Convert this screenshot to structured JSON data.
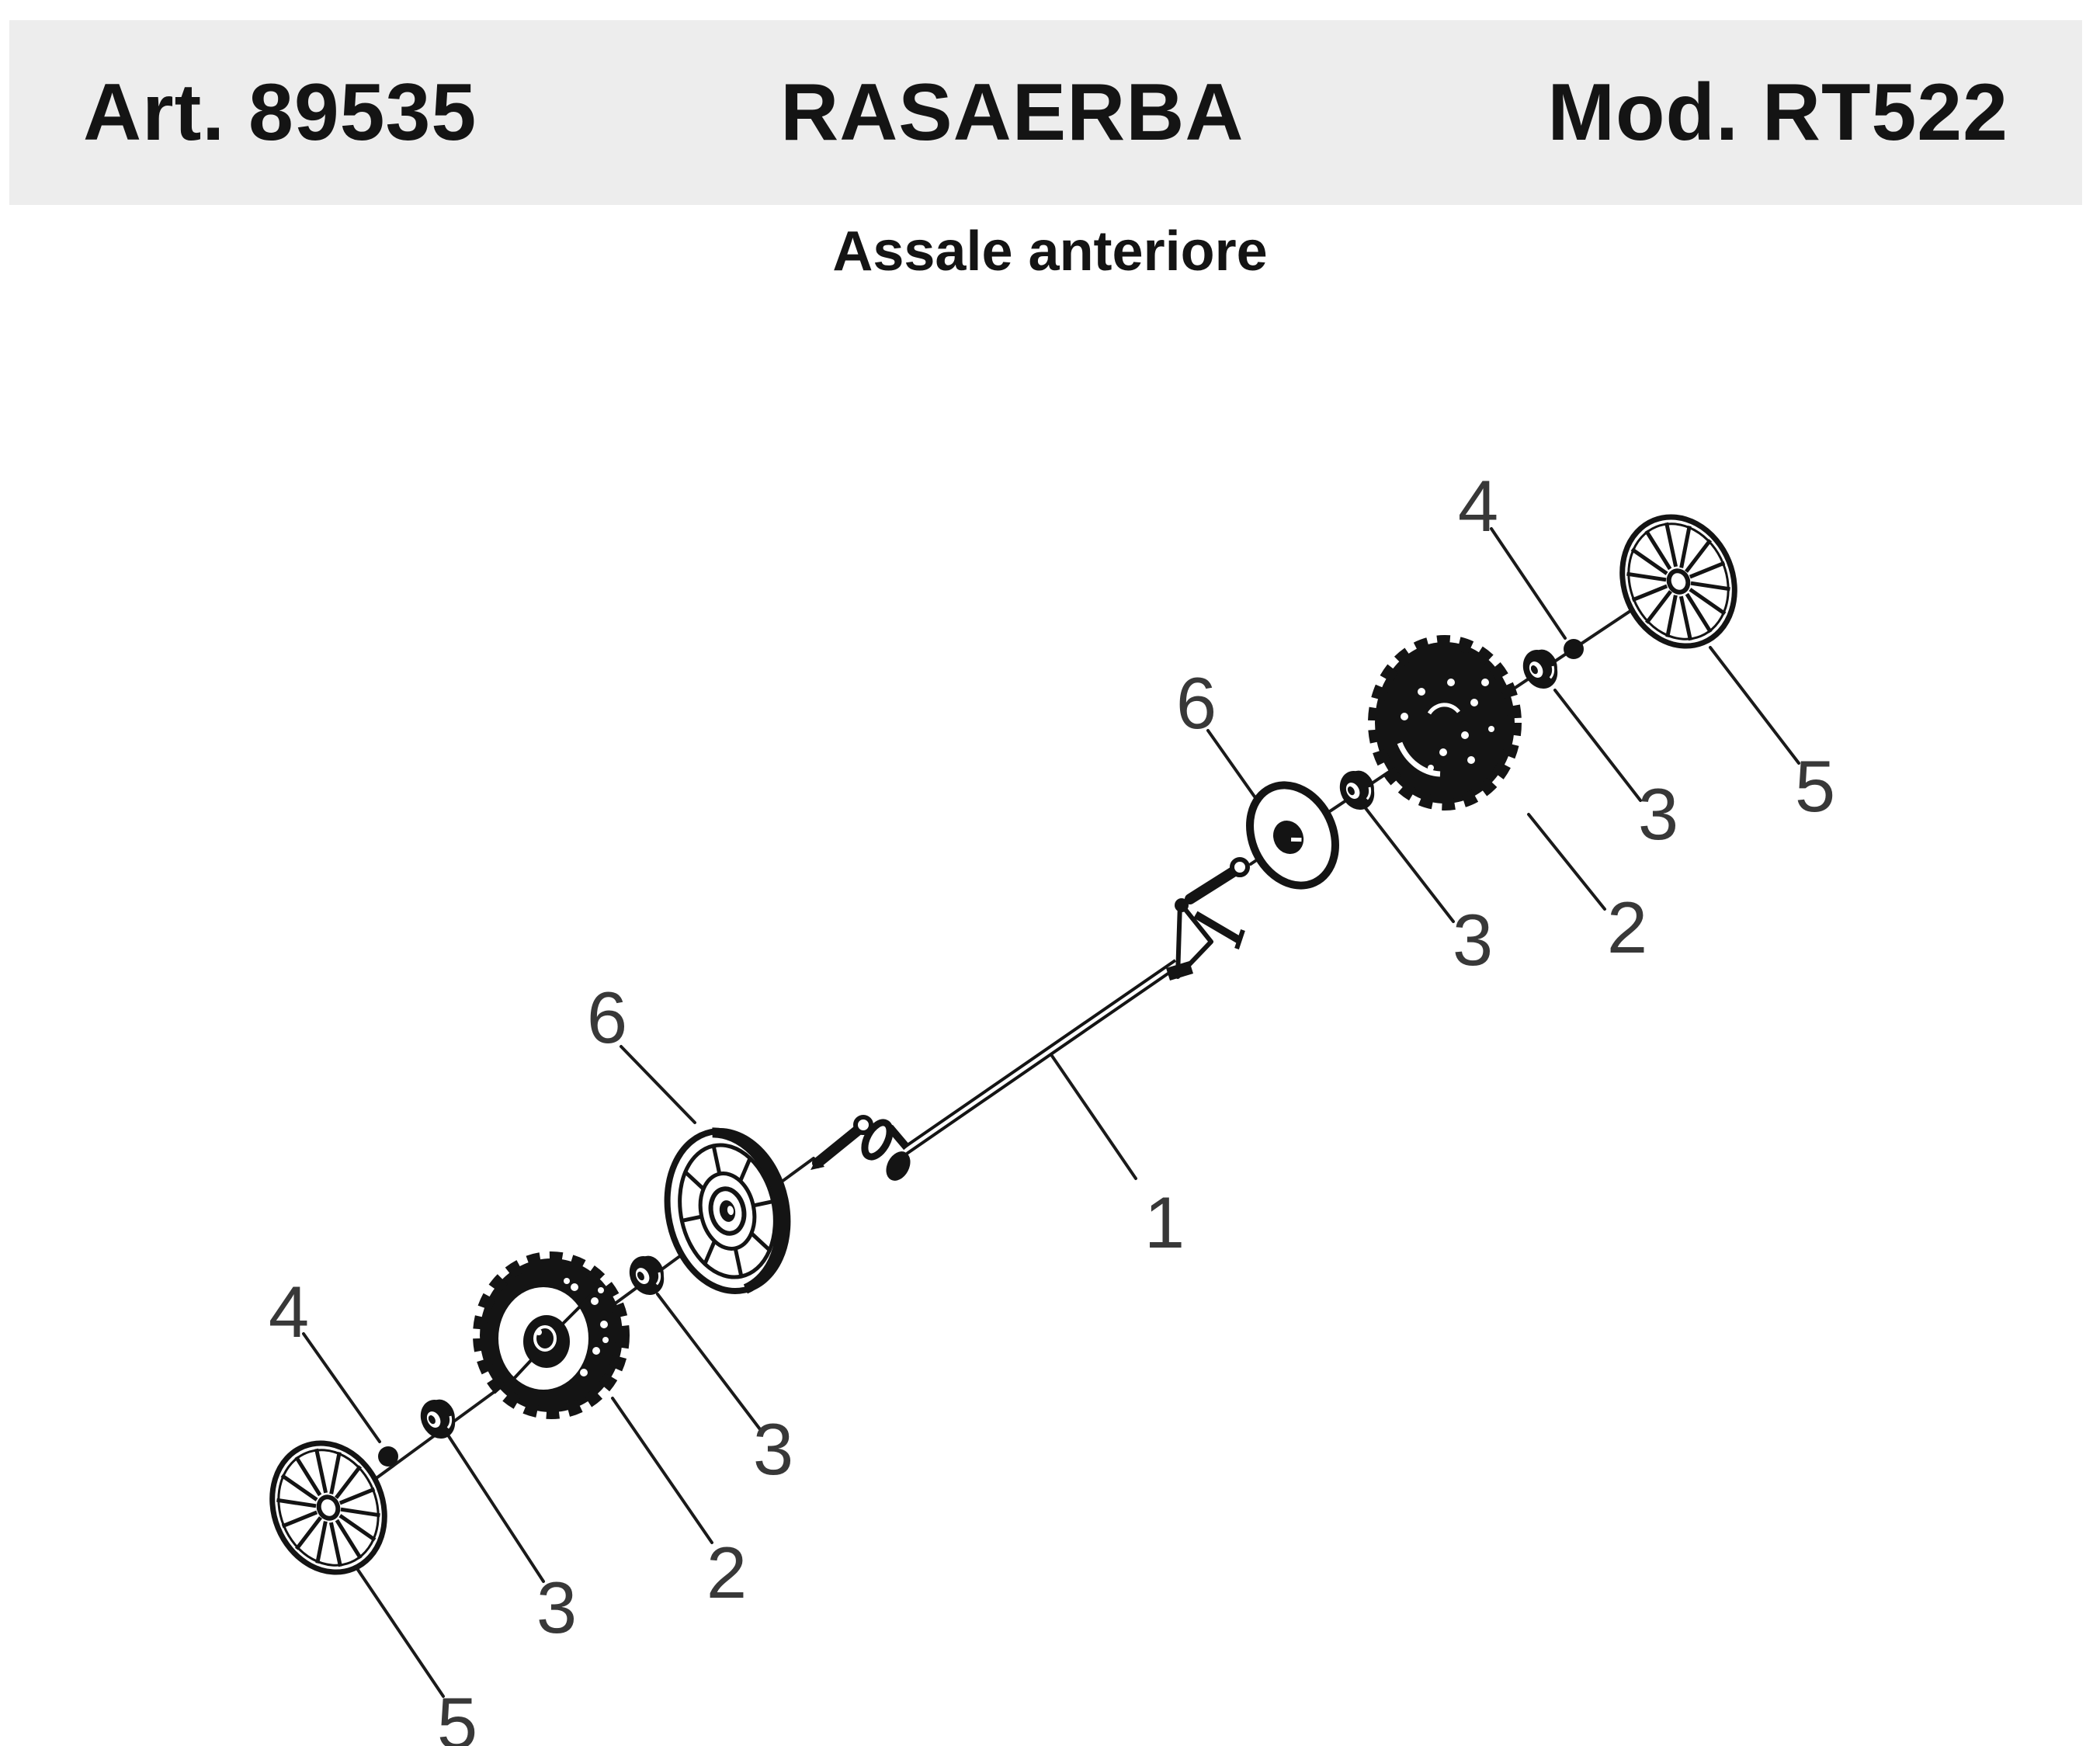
{
  "header": {
    "article": "Art. 89535",
    "product": "RASAERBA",
    "model": "Mod. RT522"
  },
  "subtitle": "Assale anteriore",
  "diagram": {
    "type": "exploded-parts-diagram",
    "callouts": {
      "axle": "1",
      "wheel": "2",
      "bushing": "3",
      "fastener": "4",
      "hubcap": "5",
      "wheel_disc": "6"
    },
    "colors": {
      "line": "#1a1a1a",
      "ink": "#141414",
      "band": "#ededed",
      "label": "#383838",
      "paper": "#ffffff"
    }
  }
}
